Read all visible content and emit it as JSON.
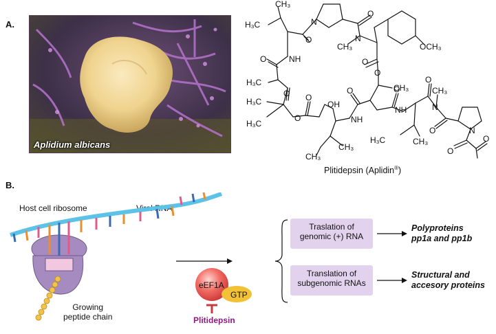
{
  "panel_a": {
    "label": "A.",
    "photo_caption": "Aplidium albicans",
    "compound_caption": "Plitidepsin (Aplidin",
    "compound_caption_mark": "®",
    "compound_caption_end": ")",
    "atoms": {
      "h3c": "H₃C",
      "ch3": "CH₃",
      "n": "N",
      "nh": "NH",
      "o": "O",
      "oh": "OH",
      "och3": "OCH₃"
    }
  },
  "panel_b": {
    "label": "B.",
    "ribosome_label": "Host cell ribosome",
    "rna_label": "Viral RNA",
    "chain_label_line1": "Growing",
    "chain_label_line2": "peptide chain",
    "eef1a": "eEF1A",
    "gtp": "GTP",
    "inhibitor": "Plitidepsin",
    "box1_line1": "Traslation of",
    "box1_line2": "genomic (+) RNA",
    "box2_line1": "Translation of",
    "box2_line2": "subgenomic RNAs",
    "product1_line1": "Polyproteins",
    "product1_line2": "pp1a and pp1b",
    "product2_line1": "Structural and",
    "product2_line2": "accesory proteins"
  },
  "colors": {
    "ribosome": "#a58bbf",
    "rna": "#5cc2e8",
    "box": "#e3d2ee",
    "inhibitor": "#8a1a7c",
    "eef1a": "#ef5a57",
    "gtp": "#f2c136"
  }
}
